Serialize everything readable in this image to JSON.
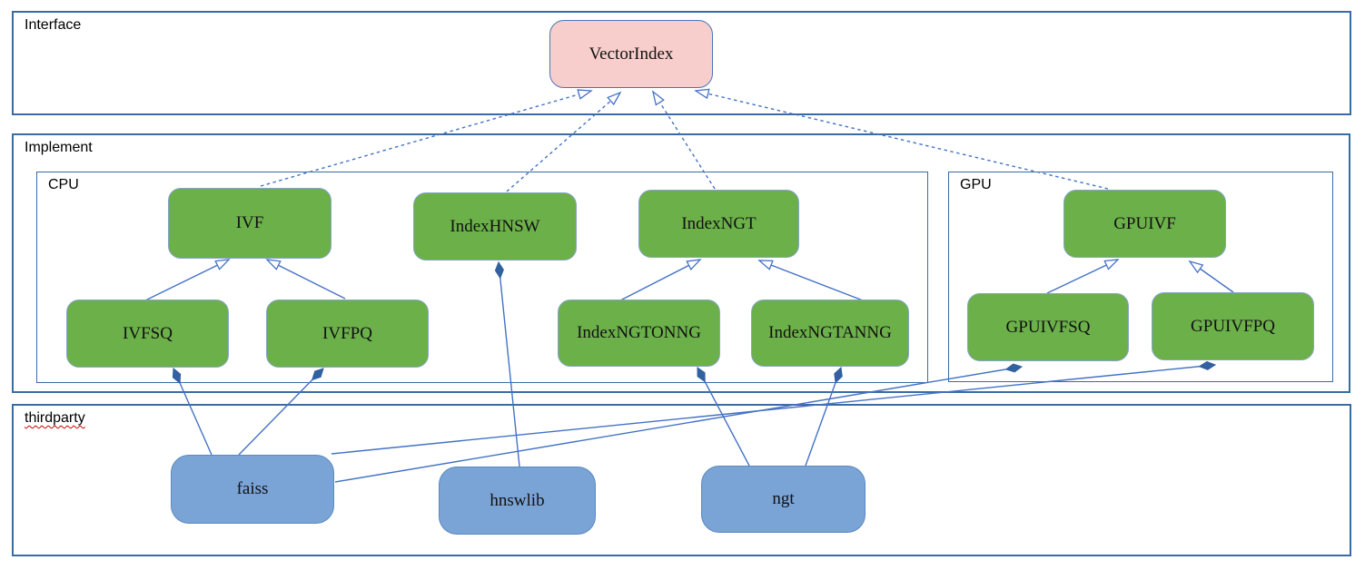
{
  "containers": {
    "interface": "Interface",
    "implement": "Implement",
    "cpu": "CPU",
    "gpu": "GPU",
    "thirdparty": "thirdparty"
  },
  "nodes": {
    "vectorindex": "VectorIndex",
    "ivf": "IVF",
    "indexhnsw": "IndexHNSW",
    "indexngt": "IndexNGT",
    "ivfsq": "IVFSQ",
    "ivfpq": "IVFPQ",
    "indexngtonng": "IndexNGTONNG",
    "indexngtanng": "IndexNGTANNG",
    "gpuivf": "GPUIVF",
    "gpuivfsq": "GPUIVFSQ",
    "gpuivfpq": "GPUIVFPQ",
    "faiss": "faiss",
    "hnswlib": "hnswlib",
    "ngt": "ngt"
  },
  "edges": [
    {
      "from": "IVF",
      "to": "VectorIndex",
      "type": "realization-dashed-hollow-arrow"
    },
    {
      "from": "IndexHNSW",
      "to": "VectorIndex",
      "type": "realization-dashed-hollow-arrow"
    },
    {
      "from": "IndexNGT",
      "to": "VectorIndex",
      "type": "realization-dashed-hollow-arrow"
    },
    {
      "from": "GPUIVF",
      "to": "VectorIndex",
      "type": "realization-dashed-hollow-arrow"
    },
    {
      "from": "IVFSQ",
      "to": "IVF",
      "type": "generalization-hollow-arrow"
    },
    {
      "from": "IVFPQ",
      "to": "IVF",
      "type": "generalization-hollow-arrow"
    },
    {
      "from": "IndexNGTONNG",
      "to": "IndexNGT",
      "type": "generalization-hollow-arrow"
    },
    {
      "from": "IndexNGTANNG",
      "to": "IndexNGT",
      "type": "generalization-hollow-arrow"
    },
    {
      "from": "GPUIVFSQ",
      "to": "GPUIVF",
      "type": "generalization-hollow-arrow"
    },
    {
      "from": "GPUIVFPQ",
      "to": "GPUIVF",
      "type": "generalization-hollow-arrow"
    },
    {
      "from": "faiss",
      "to": "IVFSQ",
      "type": "composition-filled-diamond"
    },
    {
      "from": "faiss",
      "to": "IVFPQ",
      "type": "composition-filled-diamond"
    },
    {
      "from": "faiss",
      "to": "GPUIVFSQ",
      "type": "composition-filled-diamond"
    },
    {
      "from": "faiss",
      "to": "GPUIVFPQ",
      "type": "composition-filled-diamond"
    },
    {
      "from": "hnswlib",
      "to": "IndexHNSW",
      "type": "composition-filled-diamond"
    },
    {
      "from": "ngt",
      "to": "IndexNGTONNG",
      "type": "composition-filled-diamond"
    },
    {
      "from": "ngt",
      "to": "IndexNGTANNG",
      "type": "composition-filled-diamond"
    }
  ],
  "colors": {
    "interface_node_fill": "#f8cecc",
    "implement_node_fill": "#6cb04a",
    "thirdparty_node_fill": "#7aa3d6",
    "container_border": "#3a6ca3",
    "edge": "#4472c4",
    "diamond_fill": "#31619f",
    "spellcheck_underline": "#cc0000"
  }
}
